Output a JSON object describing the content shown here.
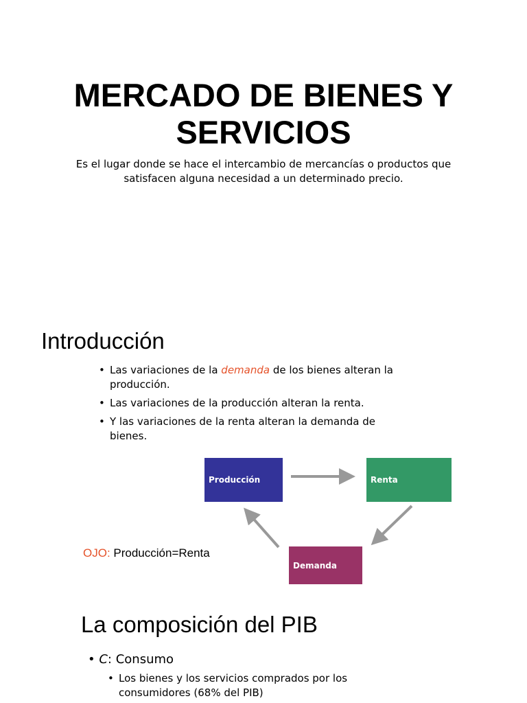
{
  "slide1": {
    "title_line1": "MERCADO DE BIENES Y",
    "title_line2": "SERVICIOS",
    "subtitle_line1": "Es el lugar donde se hace el intercambio de mercancías o productos que",
    "subtitle_line2": "satisfacen alguna necesidad a un determinado precio."
  },
  "slide2": {
    "title": "Introducción",
    "bullet1_before": "Las variaciones de la ",
    "bullet1_emph": "demanda",
    "bullet1_after": " de los bienes alteran la producción.",
    "bullet2": "Las variaciones de la producción alteran la renta.",
    "bullet3": "Y las variaciones de la renta alteran la demanda de bienes.",
    "diagram": {
      "box_produccion": {
        "label": "Producción",
        "color": "#333399"
      },
      "box_renta": {
        "label": "Renta",
        "color": "#339966"
      },
      "box_demanda": {
        "label": "Demanda",
        "color": "#993366"
      },
      "arrow_color": "#999999"
    },
    "ojo_label": "OJO:",
    "ojo_text": " Producción=Renta",
    "accent_color": "#e5532b"
  },
  "slide3": {
    "title": "La composición del PIB",
    "bullet_c_symbol": "C",
    "bullet_c_text": ": Consumo",
    "sub_bullet": "Los bienes y los servicios comprados por los consumidores (68% del PIB)"
  }
}
